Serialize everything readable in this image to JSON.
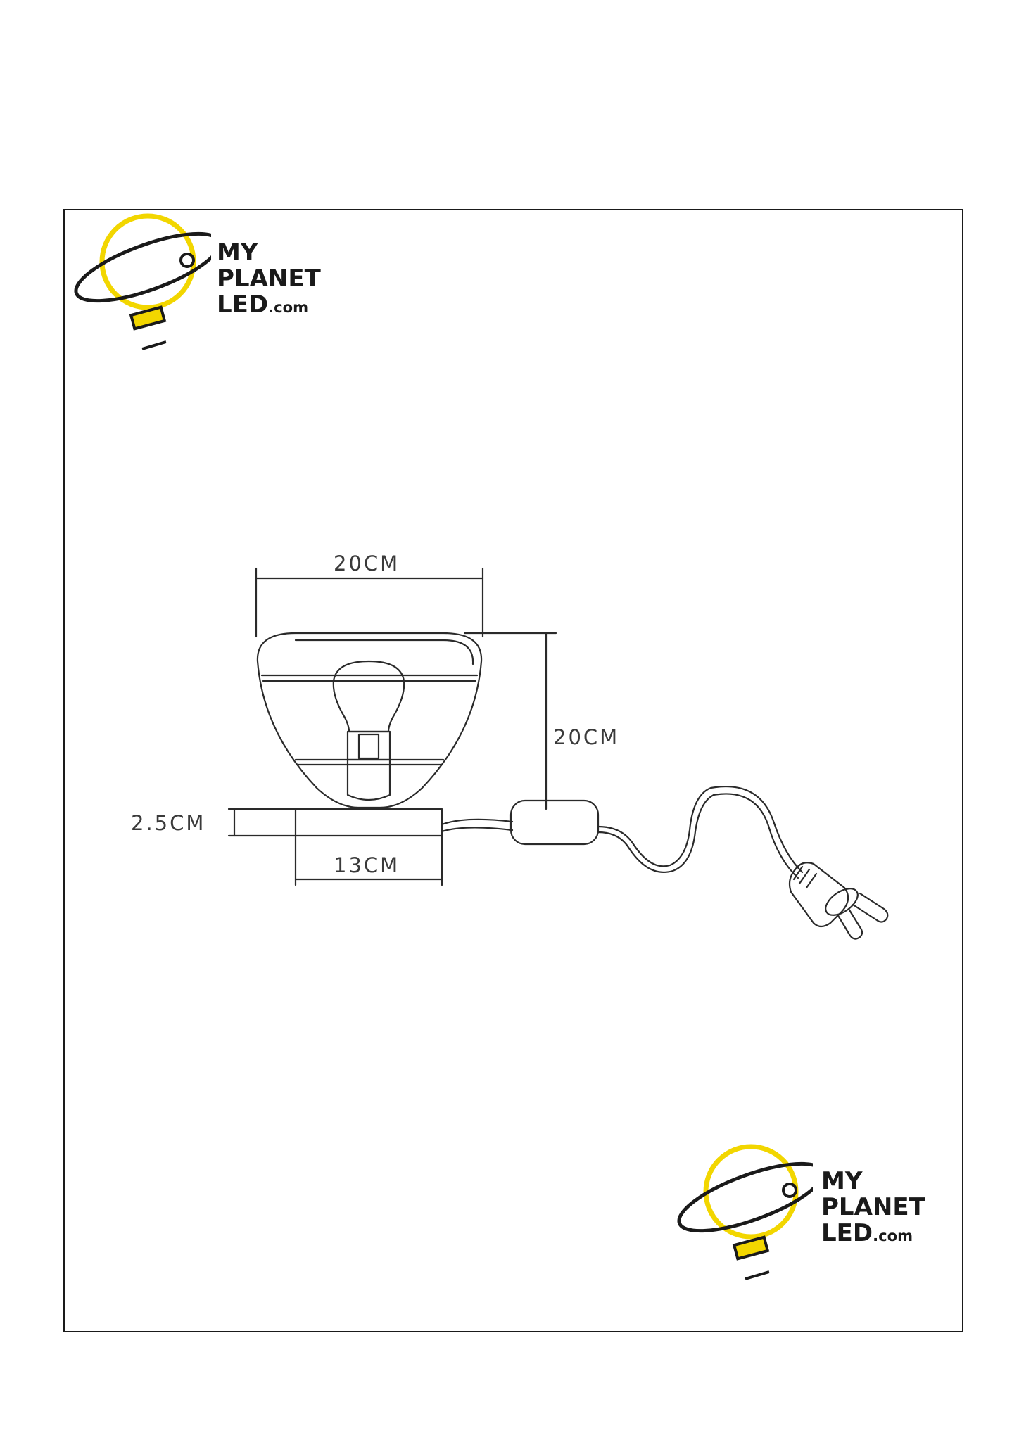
{
  "logo": {
    "line1": "MY",
    "line2": "PLANET",
    "line3_main": "LED",
    "line3_suffix": ".com",
    "colors": {
      "ring": "#f2d600",
      "orbit": "#1a1a1a",
      "text": "#1a1a1a"
    }
  },
  "dimensions": {
    "shade_width": "20CM",
    "shade_height": "20CM",
    "base_height": "2.5CM",
    "base_width": "13CM"
  }
}
